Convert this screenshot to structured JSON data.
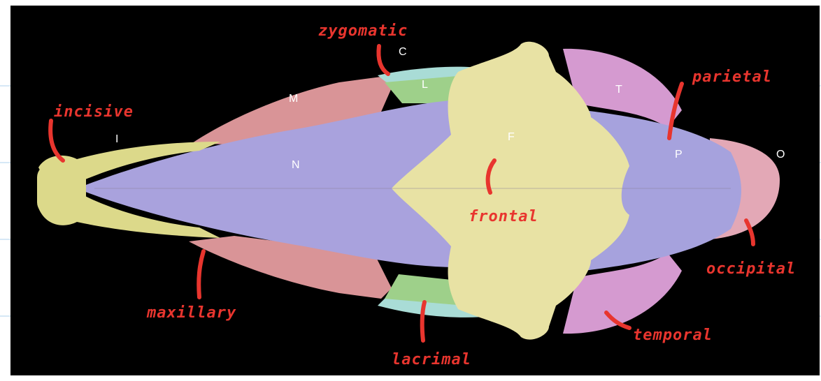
{
  "bone_letters": {
    "incisive": "I",
    "maxilla": "M",
    "nasal": "N",
    "zygomatic": "C",
    "lacrimal": "L",
    "frontal": "F",
    "temporal": "T",
    "parietal": "P",
    "occipital": "O"
  },
  "handwritten_labels": {
    "incisive": "incisive",
    "zygomatic": "zygomatic",
    "parietal": "parietal",
    "frontal": "frontal",
    "occipital": "occipital",
    "maxillary": "maxillary",
    "lacrimal": "lacrimal",
    "temporal": "temporal"
  },
  "colors": {
    "background": "#000000",
    "incisive": "#dcd98a",
    "maxilla": "#d99497",
    "nasal": "#a9a2dd",
    "frontal": "#e8e2a4",
    "lacrimal": "#9ed08a",
    "zygomatic": "#a9dcd6",
    "temporal": "#d59ad0",
    "parietal": "#a6a2dd",
    "occipital": "#e3a8b6",
    "annotation": "#e8352e"
  }
}
